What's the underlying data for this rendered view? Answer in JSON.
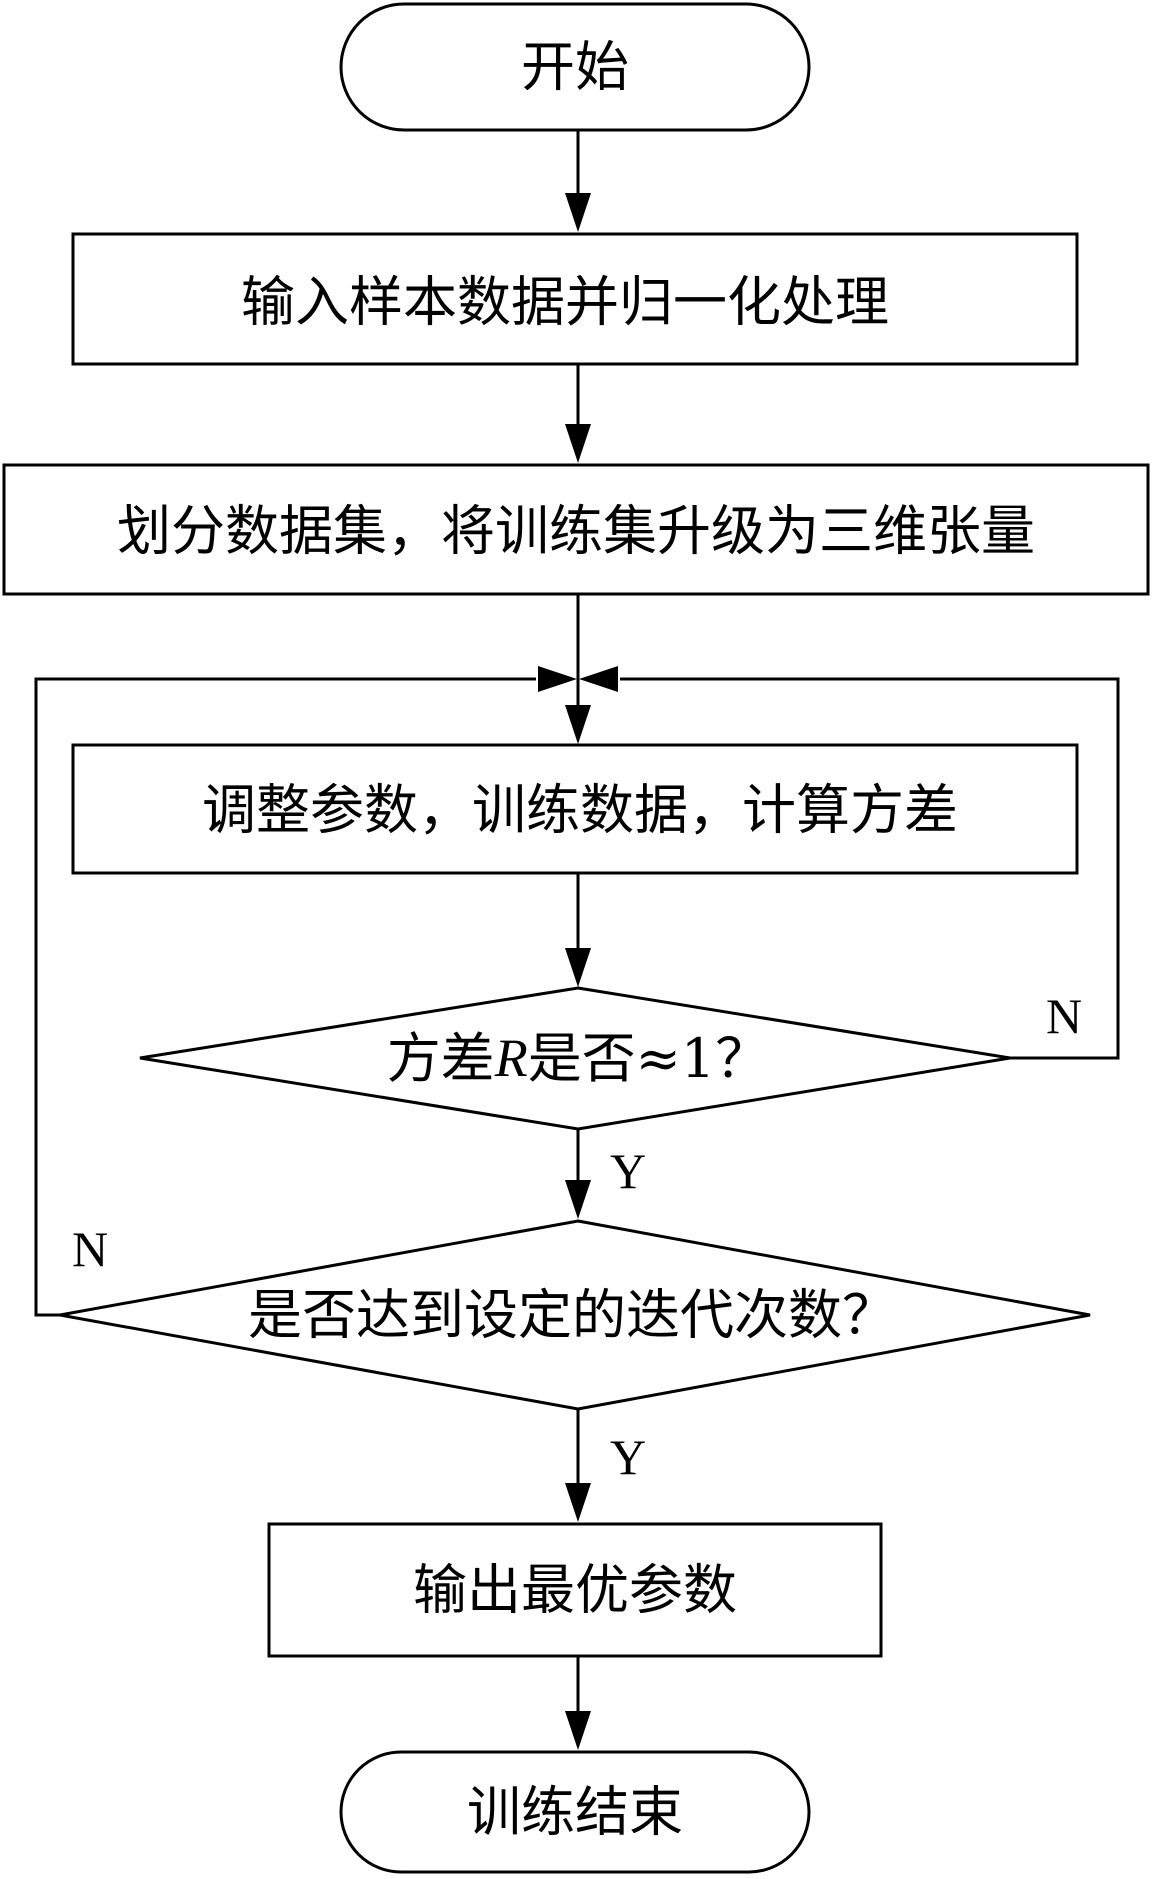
{
  "flowchart": {
    "start": {
      "label": "开始"
    },
    "input": {
      "label": "输入样本数据并归一化处理"
    },
    "split": {
      "label": "划分数据集，将训练集升级为三维张量"
    },
    "train": {
      "label": "调整参数，训练数据，计算方差"
    },
    "variance_check": {
      "label_pre": "方差",
      "label_var": "R",
      "label_post": "是否≈1？"
    },
    "iteration_check": {
      "label": "是否达到设定的迭代次数？"
    },
    "output": {
      "label": "输出最优参数"
    },
    "end": {
      "label": "训练结束"
    },
    "edge_labels": {
      "variance_no": "N",
      "variance_yes": "Y",
      "iteration_no": "N",
      "iteration_yes": "Y"
    }
  }
}
